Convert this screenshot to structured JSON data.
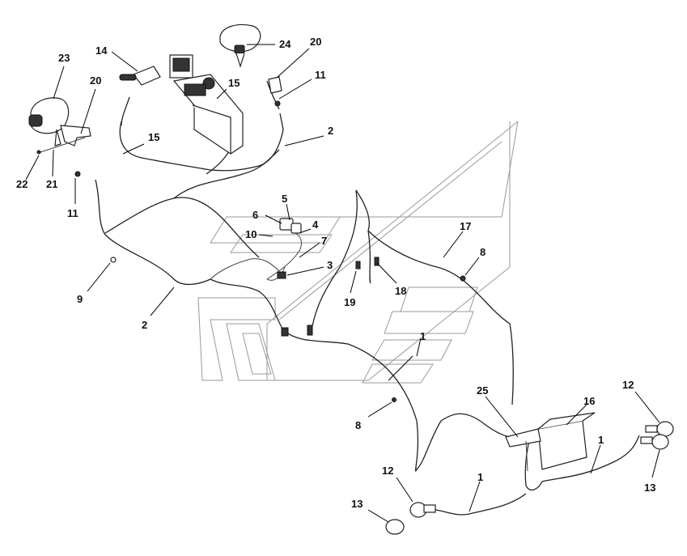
{
  "callouts": [
    {
      "id": "c23",
      "text": "23"
    },
    {
      "id": "c14",
      "text": "14"
    },
    {
      "id": "c24",
      "text": "24"
    },
    {
      "id": "c20a",
      "text": "20"
    },
    {
      "id": "c20b",
      "text": "20"
    },
    {
      "id": "c15a",
      "text": "15"
    },
    {
      "id": "c15b",
      "text": "15"
    },
    {
      "id": "c11a",
      "text": "11"
    },
    {
      "id": "c11b",
      "text": "11"
    },
    {
      "id": "c2a",
      "text": "2"
    },
    {
      "id": "c2b",
      "text": "2"
    },
    {
      "id": "c22",
      "text": "22"
    },
    {
      "id": "c21",
      "text": "21"
    },
    {
      "id": "c5",
      "text": "5"
    },
    {
      "id": "c6",
      "text": "6"
    },
    {
      "id": "c4",
      "text": "4"
    },
    {
      "id": "c10",
      "text": "10"
    },
    {
      "id": "c7",
      "text": "7"
    },
    {
      "id": "c3",
      "text": "3"
    },
    {
      "id": "c17",
      "text": "17"
    },
    {
      "id": "c8a",
      "text": "8"
    },
    {
      "id": "c8b",
      "text": "8"
    },
    {
      "id": "c9",
      "text": "9"
    },
    {
      "id": "c19",
      "text": "19"
    },
    {
      "id": "c18",
      "text": "18"
    },
    {
      "id": "c1a",
      "text": "1"
    },
    {
      "id": "c1b",
      "text": "1"
    },
    {
      "id": "c1c",
      "text": "1"
    },
    {
      "id": "c25",
      "text": "25"
    },
    {
      "id": "c16",
      "text": "16"
    },
    {
      "id": "c12a",
      "text": "12"
    },
    {
      "id": "c12b",
      "text": "12"
    },
    {
      "id": "c13a",
      "text": "13"
    },
    {
      "id": "c13b",
      "text": "13"
    }
  ]
}
